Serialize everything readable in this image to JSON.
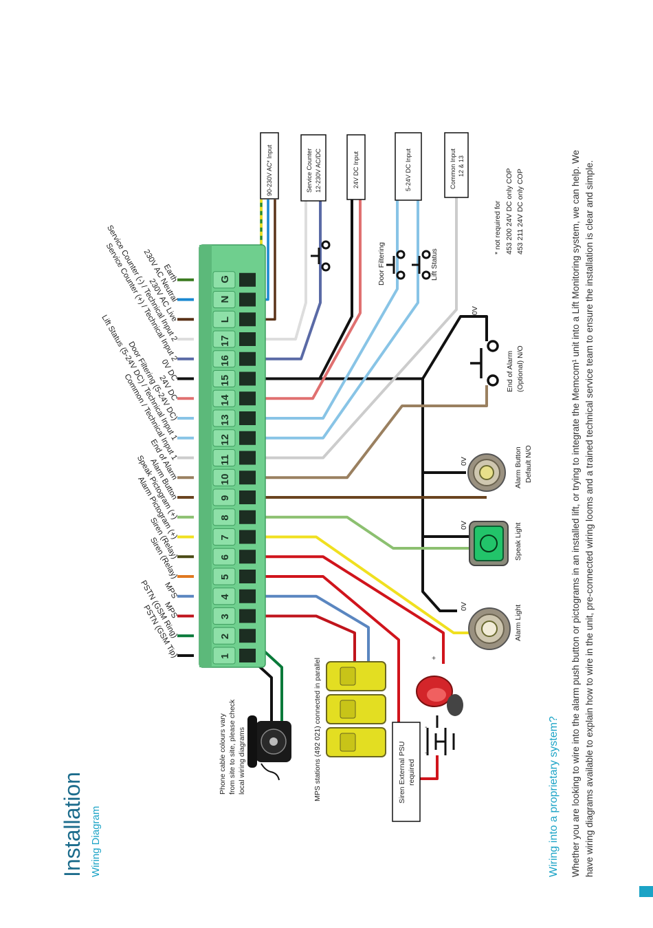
{
  "header": {
    "title": "Installation",
    "subtitle": "Wiring Diagram"
  },
  "terminals": [
    "1",
    "2",
    "3",
    "4",
    "5",
    "6",
    "7",
    "8",
    "9",
    "10",
    "11",
    "12",
    "13",
    "14",
    "15",
    "16",
    "17",
    "L",
    "N",
    "G"
  ],
  "terminal_labels": [
    {
      "text": "PSTN (GSM Tip)",
      "color": "#111111"
    },
    {
      "text": "PSTN (GSM Ring)",
      "color": "#0a7a3a"
    },
    {
      "text": "MPS",
      "color": "#c0141c"
    },
    {
      "text": "MPS",
      "color": "#5a86c0"
    },
    {
      "text": "Siren (Relay)",
      "color": "#e07820"
    },
    {
      "text": "Siren (Relay)",
      "color": "#4a4a14"
    },
    {
      "text": "Alarm Pictogram (+)",
      "color": "#f0e020"
    },
    {
      "text": "Speak Pictogram (+)",
      "color": "#8cc070"
    },
    {
      "text": "Alarm Button",
      "color": "#6a4420"
    },
    {
      "text": "End of Alarm",
      "color": "#9a8060"
    },
    {
      "text": "Common / Technical Input 1",
      "color": "#cccccc"
    },
    {
      "text": "Lift Status (5-24V DC) / Technical Input 1",
      "color": "#88c4e6"
    },
    {
      "text": "Door Filtering (5-24V DC)",
      "color": "#88c4e6"
    },
    {
      "text": "24V DC",
      "color": "#e07070"
    },
    {
      "text": "0V DC",
      "color": "#111111"
    },
    {
      "text": "Service Counter (+) / Technical Input 2",
      "color": "#5a6aa6"
    },
    {
      "text": "Service Counter (-) / Technical Input 2",
      "color": "#dddddd"
    },
    {
      "text": "230V AC Live",
      "color": "#5a3218"
    },
    {
      "text": "230V AC Neutral",
      "color": "#1a88d0"
    },
    {
      "text": "Earth",
      "color": "#3a7a20"
    }
  ],
  "inputs": {
    "ac": "90-230V AC* Input",
    "service_line1": "Service Counter",
    "service_line2": "12-230V AC/DC",
    "dc24": "24V DC Input",
    "dc5_24": "5-24V DC Input",
    "common_line1": "Common Input",
    "common_line2": "12 & 13"
  },
  "door_filtering": "Door Filtering",
  "lift_status": "Lift Status",
  "cop_note": [
    "* not required for",
    "453 200 24V DC only COP",
    "453 211 24V DC only COP"
  ],
  "zero_v": "0V",
  "end_of_alarm": [
    "End of Alarm",
    "(Optional) N/O"
  ],
  "alarm_button": [
    "Alarm Button",
    "Default N/O"
  ],
  "speak_light": "Speak Light",
  "alarm_light": "Alarm Light",
  "phone_note": [
    "Phone cable colours vary",
    "from site to site, please check",
    "local wiring diagrams"
  ],
  "mps_note": "MPS stations (492 021) connected in parallel",
  "psu_note": [
    "Siren External PSU",
    "required"
  ],
  "plus": "+",
  "minus": "-",
  "faq": {
    "title": "Wiring into a proprietary system?",
    "line1": "Whether you are looking to wire into the alarm push button or pictograms in an installed lift, or trying to integrate the Memcom¹ unit into a Lift Monitoring system, we can help.  We",
    "line2": "have wiring diagrams available to explain how to wire in the unit, pre-connected wiring looms and a trained technical service team to ensure the installation is clear and simple."
  },
  "colors": {
    "accent": "#1ba3c6",
    "terminal_block": "#6fcf8e"
  }
}
